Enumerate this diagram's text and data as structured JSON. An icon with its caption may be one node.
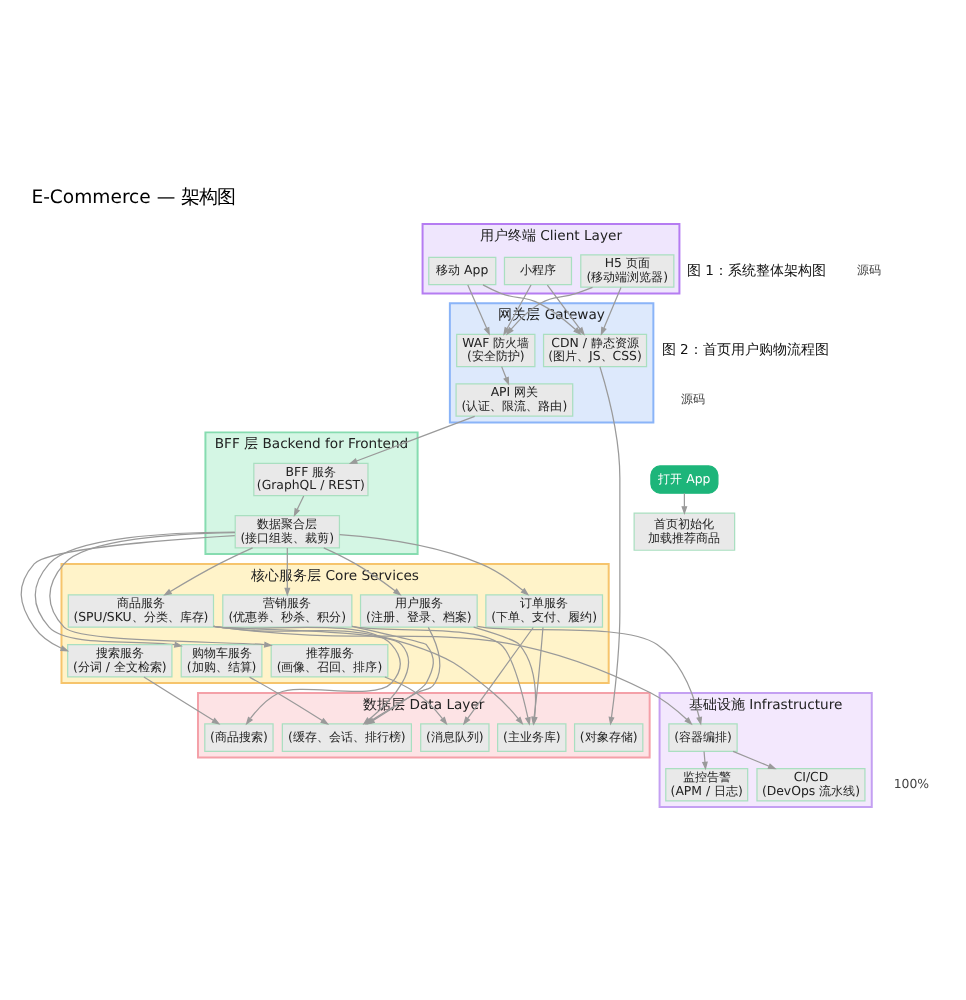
{
  "diagram": {
    "title": "E-Commerce — 架构图",
    "nodes": [
      {
        "text": [
          "用户终端 Client Layer"
        ]
      },
      {
        "text": [
          "移动 App"
        ],
        "in": 0
      },
      {
        "text": [
          "H5 页面",
          "(移动端浏览器)"
        ],
        "in": 0
      },
      {
        "text": [
          "小程序"
        ],
        "in": 0
      },
      {
        "text": [
          "网关层 Gateway"
        ]
      },
      {
        "text": [
          "WAF 防火墙",
          "(安全防护)"
        ],
        "in": 4
      },
      {
        "text": [
          "CDN / 静态资源",
          "(图片、JS、CSS)"
        ],
        "in": 4
      },
      {
        "text": [
          "API 网关",
          "(认证、限流、路由)"
        ],
        "in": 4
      },
      {
        "text": [
          "BFF 层 Backend for Frontend"
        ]
      },
      {
        "text": [
          "BFF 服务",
          "(GraphQL / REST)"
        ],
        "in": 8
      },
      {
        "text": [
          "数据聚合层",
          "(接口组装、裁剪)"
        ],
        "in": 8
      },
      {
        "text": [
          "核心服务层 Core Services"
        ]
      },
      {
        "text": [
          "用户服务",
          "(注册、登录、档案)"
        ],
        "in": 11
      },
      {
        "text": [
          "商品服务",
          "(SPU/SKU、分类、库存)"
        ],
        "in": 11
      },
      {
        "text": [
          "订单服务",
          "(下单、支付、履约)"
        ],
        "in": 11
      },
      {
        "text": [
          "营销服务",
          "(优惠券、秒杀、积分)"
        ],
        "in": 11
      },
      {
        "text": [
          "购物车服务",
          "(加购、结算)"
        ],
        "in": 11
      },
      {
        "text": [
          "搜索服务",
          "(分词 / 全文检索)"
        ],
        "in": 11
      },
      {
        "text": [
          "推荐服务",
          "(画像、召回、排序)"
        ],
        "in": 11
      },
      {
        "text": [
          "基础设施 Infrastructure"
        ]
      },
      {
        "text": [
          "(容器编排)"
        ],
        "in": 19
      },
      {
        "text": [
          "监控告警",
          "(APM / 日志)"
        ],
        "in": 19
      },
      {
        "text": [
          "CI/CD",
          "(DevOps 流水线)"
        ],
        "in": 19
      },
      {
        "text": [
          "数据层 Data Layer"
        ]
      },
      {
        "text": [
          "(主业务库)"
        ],
        "in": 23
      },
      {
        "text": [
          "(缓存、会话、排行榜)"
        ],
        "in": 23
      },
      {
        "text": [
          "(商品搜索)"
        ],
        "in": 23
      },
      {
        "text": [
          "(消息队列)"
        ],
        "in": 23
      },
      {
        "text": [
          "(对象存储)"
        ],
        "in": 23
      },
      {
        "text": [
          "打开 App"
        ]
      },
      {
        "text": [
          "首页初始化",
          "加载推荐商品"
        ]
      }
    ],
    "edges": [
      {
        "from": 1,
        "to": 5,
        "arrow": "to"
      },
      {
        "from": 1,
        "to": 6,
        "arrow": "to"
      },
      {
        "from": 2,
        "to": 5,
        "arrow": "to"
      },
      {
        "from": 2,
        "to": 6,
        "arrow": "to"
      },
      {
        "from": 3,
        "to": 5,
        "arrow": "to"
      },
      {
        "from": 3,
        "to": 6,
        "arrow": "to"
      },
      {
        "from": 5,
        "to": 7,
        "arrow": "to"
      },
      {
        "from": 7,
        "to": 9,
        "arrow": "to"
      },
      {
        "from": 6,
        "to": 28,
        "arrow": "to"
      },
      {
        "from": 9,
        "to": 10,
        "arrow": "to"
      },
      {
        "from": 10,
        "to": 12,
        "arrow": "to"
      },
      {
        "from": 10,
        "to": 13,
        "arrow": "to"
      },
      {
        "from": 10,
        "to": 14,
        "arrow": "to"
      },
      {
        "from": 10,
        "to": 15,
        "arrow": "to"
      },
      {
        "from": 10,
        "to": 16,
        "arrow": "to"
      },
      {
        "from": 10,
        "to": 17,
        "arrow": "to"
      },
      {
        "from": 10,
        "to": 18,
        "arrow": "to"
      },
      {
        "from": 12,
        "to": 20,
        "arrow": "to"
      },
      {
        "from": 13,
        "to": 20,
        "arrow": "to"
      },
      {
        "from": 12,
        "to": 24,
        "arrow": "to"
      },
      {
        "from": 12,
        "to": 25,
        "arrow": "to"
      },
      {
        "from": 13,
        "to": 24,
        "arrow": "to"
      },
      {
        "from": 13,
        "to": 26,
        "arrow": "to"
      },
      {
        "from": 13,
        "to": 25,
        "arrow": "to"
      },
      {
        "from": 14,
        "to": 24,
        "arrow": "to"
      },
      {
        "from": 14,
        "to": 27,
        "arrow": "to"
      },
      {
        "from": 15,
        "to": 25,
        "arrow": "to"
      },
      {
        "from": 15,
        "to": 24,
        "arrow": "to"
      },
      {
        "from": 16,
        "to": 25,
        "arrow": "to"
      },
      {
        "from": 17,
        "to": 26,
        "arrow": "to"
      },
      {
        "from": 18,
        "to": 27,
        "arrow": "to"
      },
      {
        "from": 20,
        "to": 21,
        "arrow": "to"
      },
      {
        "from": 20,
        "to": 22,
        "arrow": "to"
      },
      {
        "from": 29,
        "to": 30,
        "arrow": "to"
      }
    ],
    "labels": [
      "图 1：系统整体架构图",
      "源码",
      "100%",
      "图 2：首页用户购物流程图",
      "源码"
    ]
  }
}
